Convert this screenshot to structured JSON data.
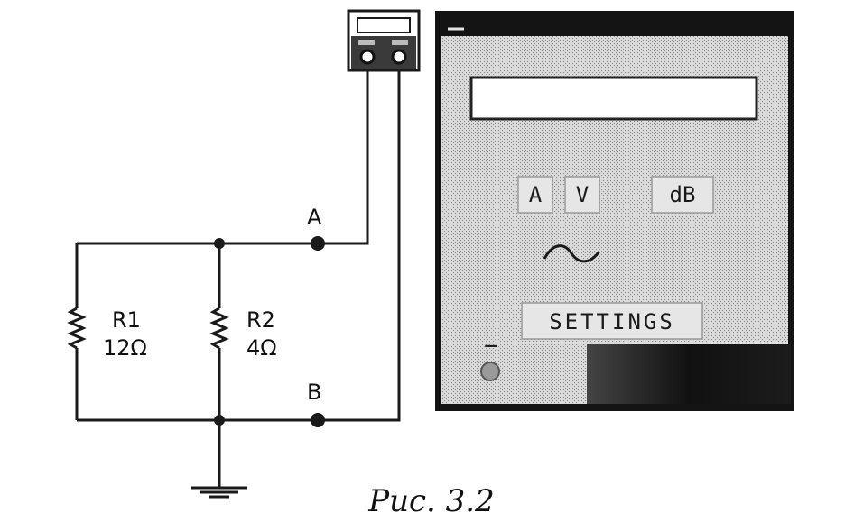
{
  "circuit": {
    "resistor1": {
      "name": "R1",
      "value": "12Ω"
    },
    "resistor2": {
      "name": "R2",
      "value": "4Ω"
    },
    "node_a": "A",
    "node_b": "B"
  },
  "multimeter": {
    "mode_buttons": [
      "A",
      "V",
      "dB"
    ],
    "ac_symbol": "~",
    "settings_label": "SETTINGS",
    "minus_sign": "−",
    "display_value": ""
  },
  "caption": "Рис. 3.2"
}
